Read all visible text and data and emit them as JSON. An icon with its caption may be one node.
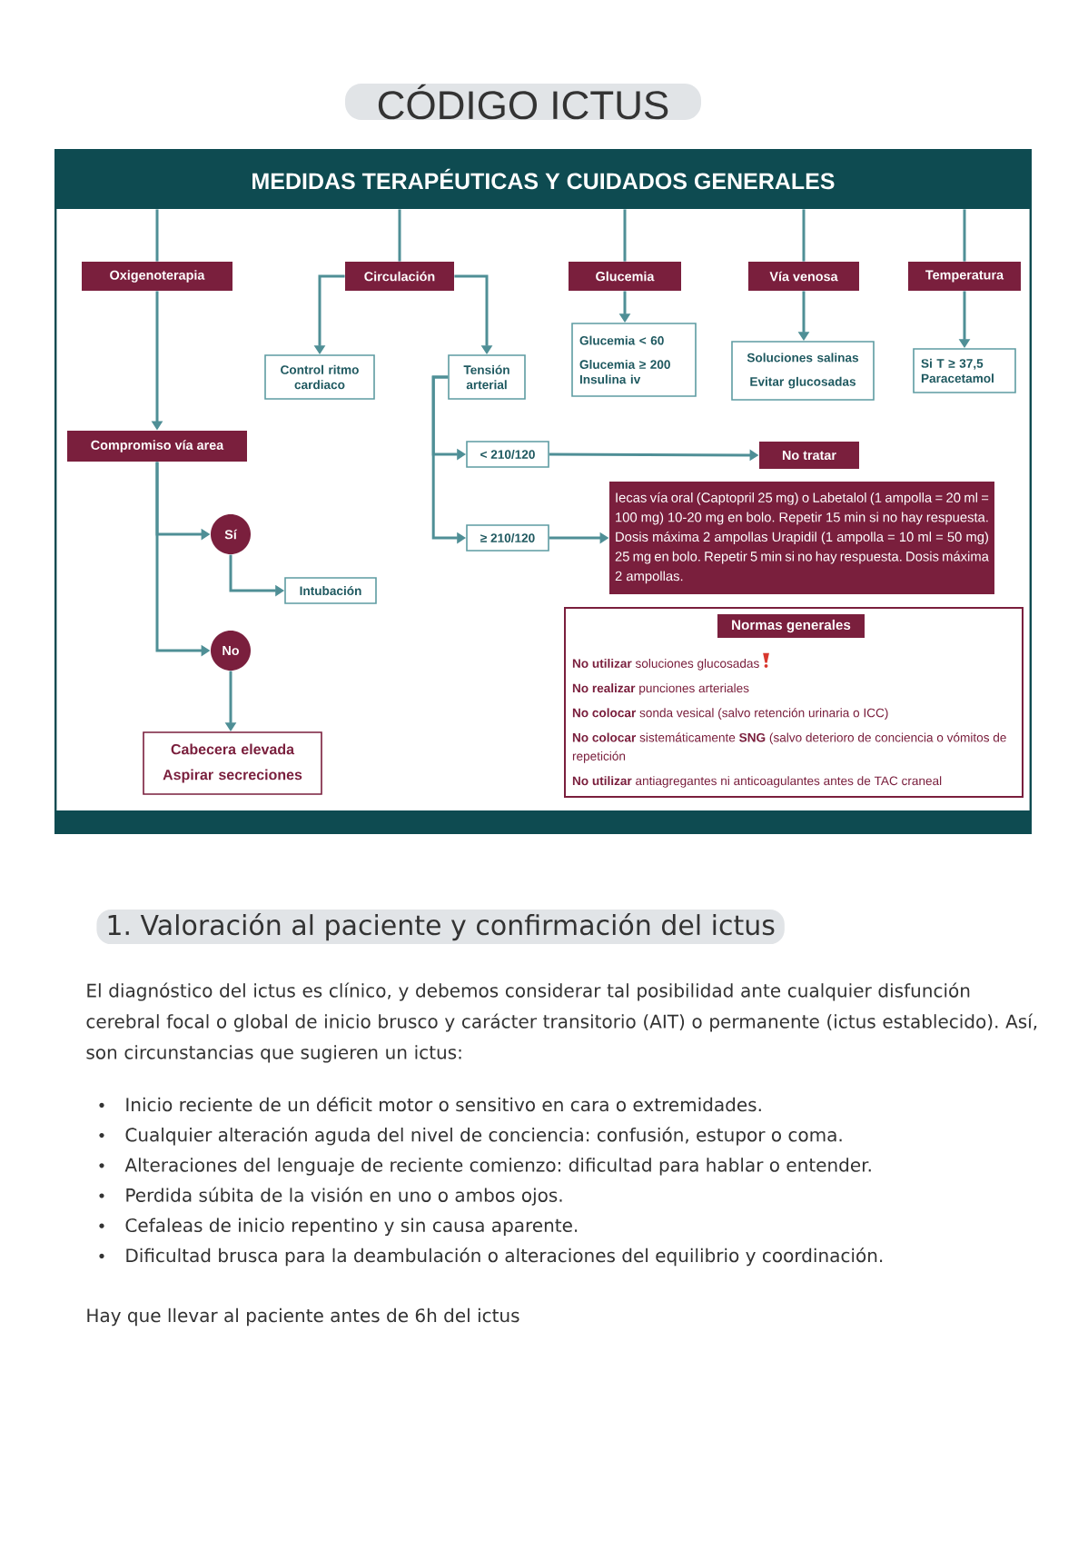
{
  "diagram": {
    "title": "CÓDIGO ICTUS",
    "nodes": [
      {
        "text": [
          "MEDIDAS TERAPÉUTICAS Y CUIDADOS GENERALES"
        ]
      },
      {
        "text": [
          "Oxigenoterapia"
        ]
      },
      {
        "text": [
          "Circulación"
        ]
      },
      {
        "text": [
          "Glucemia"
        ]
      },
      {
        "text": [
          "Vía venosa"
        ]
      },
      {
        "text": [
          "Temperatura"
        ]
      },
      {
        "text": [
          "Control ritmo cardiaco"
        ]
      },
      {
        "text": [
          "Tensión arterial"
        ]
      },
      {
        "text": [
          "Glucemia < 60",
          "Glucemia ≥ 200 Insulina iv"
        ]
      },
      {
        "text": [
          "Soluciones salinas",
          "Evitar glucosadas"
        ]
      },
      {
        "text": [
          "Si T ≥ 37,5 Paracetamol"
        ]
      },
      {
        "text": [
          "Compromiso vía area"
        ]
      },
      {
        "text": [
          "< 210/120"
        ]
      },
      {
        "text": [
          "No tratar"
        ]
      },
      {
        "text": [
          "≥ 210/120"
        ]
      },
      {
        "text": [
          "Iecas vía oral (Captopril 25 mg) o Labetalol (1 ampolla = 20 ml = 100 mg) 10-20 mg en bolo. Repetir 15 min si no hay respuesta. Dosis máxima 2 ampollas Urapidil (1 ampolla = 10 ml = 50 mg) 25 mg en bolo. Repetir 5 min si no hay respuesta. Dosis máxima 2 ampollas."
        ]
      },
      {
        "text": [
          "Sí"
        ]
      },
      {
        "text": [
          "Intubación"
        ]
      },
      {
        "text": [
          "No"
        ]
      },
      {
        "text": [
          "Cabecera elevada",
          "Aspirar secreciones"
        ]
      },
      {
        "text": [
          "**No utilizar** soluciones glucosadas",
          "**No realizar** punciones arteriales",
          "**No colocar** sonda vesical (salvo retención urinaria o ICC)",
          "**No colocar** sistemáticamente **SNG** (salvo deterioro de conciencia o vómitos de repetición",
          "**No utilizar** antiagregantes ni anticoagulantes antes de TAC craneal"
        ]
      },
      {
        "text": [
          "Normas generales"
        ],
        "in": 20
      }
    ],
    "edges": [
      {
        "from": 0,
        "to": 1,
        "arrow": "none"
      },
      {
        "from": 0,
        "to": 2,
        "arrow": "none"
      },
      {
        "from": 0,
        "to": 3,
        "arrow": "none"
      },
      {
        "from": 0,
        "to": 4,
        "arrow": "none"
      },
      {
        "from": 0,
        "to": 5,
        "arrow": "none"
      },
      {
        "from": 1,
        "to": 11,
        "arrow": "to"
      },
      {
        "from": 2,
        "to": 6,
        "arrow": "to"
      },
      {
        "from": 2,
        "to": 7,
        "arrow": "to"
      },
      {
        "from": 3,
        "to": 8,
        "arrow": "to"
      },
      {
        "from": 4,
        "to": 9,
        "arrow": "to"
      },
      {
        "from": 5,
        "to": 10,
        "arrow": "to"
      },
      {
        "from": 7,
        "to": 12,
        "arrow": "to"
      },
      {
        "from": 7,
        "to": 14,
        "arrow": "to"
      },
      {
        "from": 12,
        "to": 13,
        "arrow": "to"
      },
      {
        "from": 14,
        "to": 15,
        "arrow": "to"
      },
      {
        "from": 11,
        "to": 16,
        "arrow": "to"
      },
      {
        "from": 11,
        "to": 18,
        "arrow": "to"
      },
      {
        "from": 16,
        "to": 17,
        "arrow": "to"
      },
      {
        "from": 18,
        "to": 19,
        "arrow": "to"
      }
    ],
    "labels": [
      "1. Valoración al paciente y confirmación del ictus",
      "El diagnóstico del ictus es clínico, y debemos considerar tal posibilidad ante cualquier disfunción cerebral focal o global de inicio brusco y carácter transitorio (AIT) o permanente (ictus establecido). Así, son circunstancias que sugieren un ictus:",
      "Inicio reciente de un déficit motor o sensitivo en cara o extremidades.",
      "Cualquier alteración aguda del nivel de conciencia: confusión, estupor o coma.",
      "Alteraciones del lenguaje de reciente comienzo: dificultad para hablar o entender.",
      "Perdida súbita de la visión en uno o ambos ojos.",
      "Cefaleas de inicio repentino y sin causa aparente.",
      "Dificultad brusca para la deambulación o alteraciones del equilibrio y coordinación.",
      "Hay que llevar al paciente antes de 6h del ictus"
    ]
  }
}
